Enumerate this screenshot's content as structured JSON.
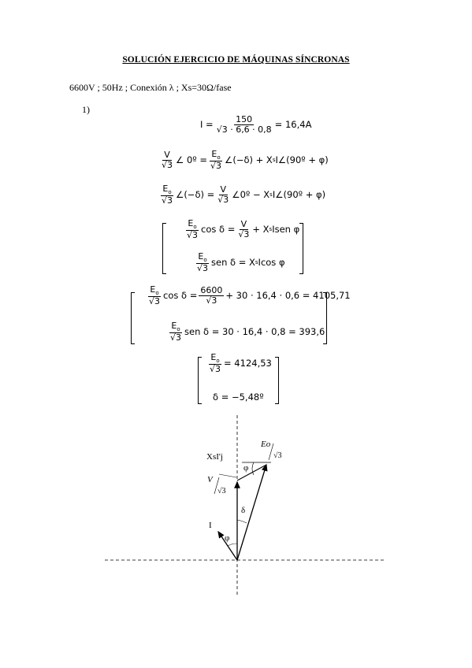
{
  "document": {
    "title": "SOLUCIÓN EJERCICIO DE MÁQUINAS SÍNCRONAS",
    "given": "6600V ; 50Hz ; Conexión λ ; Xs=30Ω/fase",
    "item_number": "1)"
  },
  "equations": {
    "eq1": {
      "lhs": "I =",
      "num": "150",
      "den": "3 · 6,6 · 0,8",
      "rhs": "= 16,4A"
    },
    "eq2": {
      "num1": "V",
      "den": "3",
      "mid1": "∠ 0º =",
      "num2": "E",
      "mid2": "∠(−δ) + X",
      "tail": "I∠(90º + φ)"
    },
    "eq3": {
      "num1": "E",
      "den": "3",
      "mid1": "∠(−δ) =",
      "num2": "V",
      "mid2": "∠0º − X",
      "tail": "I∠(90º + φ)"
    },
    "eq4a": {
      "num1": "E",
      "den": "3",
      "mid": "cos δ =",
      "num2": "V",
      "tail_a": "+ X",
      "tail_b": "Isen φ"
    },
    "eq4b": {
      "num1": "E",
      "den": "3",
      "mid": "sen δ = X",
      "tail": "Icos φ"
    },
    "eq5a": {
      "num1": "E",
      "den": "3",
      "mid": "cos δ =",
      "num2": "6600",
      "tail": "+ 30 · 16,4 · 0,6 = 4105,71"
    },
    "eq5b": {
      "num1": "E",
      "den": "3",
      "mid": "sen δ = 30 · 16,4 · 0,8 = 393,6"
    },
    "eq6a": {
      "num1": "E",
      "den": "3",
      "tail": "= 4124,53"
    },
    "eq6b": {
      "text": "δ = −5,48º"
    },
    "sub_o": "o",
    "sub_s": "s",
    "sqrt": "√"
  },
  "diagram": {
    "label_xsij": "XsI'j",
    "label_phi_top": "φ",
    "label_v": "V",
    "label_sqrt3": "√3",
    "label_e": "Eo",
    "label_delta": "δ",
    "label_i": "I",
    "label_phi_bottom": "φ"
  }
}
